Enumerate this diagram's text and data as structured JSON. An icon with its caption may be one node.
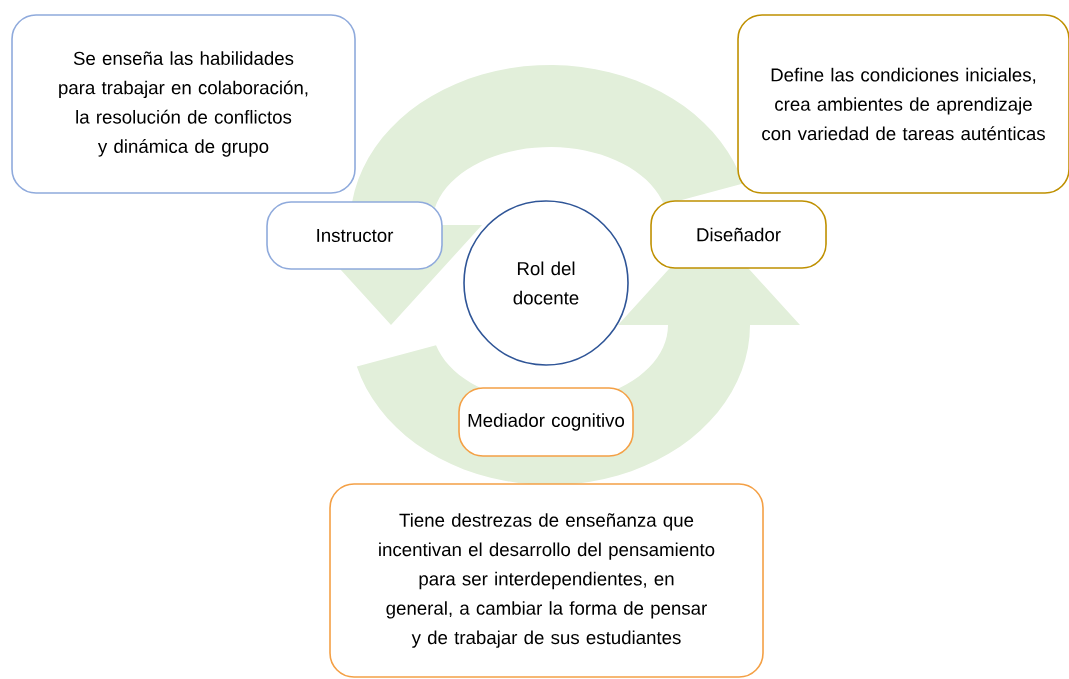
{
  "diagram": {
    "nodes": [
      {
        "text": [
          "Se enseña las habilidades para trabajar en colaboración,  la resolución de conflictos  y dinámica de grupo"
        ]
      },
      {
        "text": [
          "Instructor"
        ]
      },
      {
        "text": [
          "Define las condiciones iniciales, crea ambientes de aprendizaje con variedad de tareas auténticas"
        ]
      },
      {
        "text": [
          "Diseñador"
        ]
      },
      {
        "text": [
          "Rol del docente"
        ]
      },
      {
        "text": [
          "Mediador cognitivo"
        ]
      },
      {
        "text": [
          "Tiene destrezas de enseñanza que incentivan el desarrollo del pensamiento para ser interdependientes, en general, a cambiar la forma de pensar y de trabajar de sus estudiantes"
        ]
      }
    ]
  }
}
